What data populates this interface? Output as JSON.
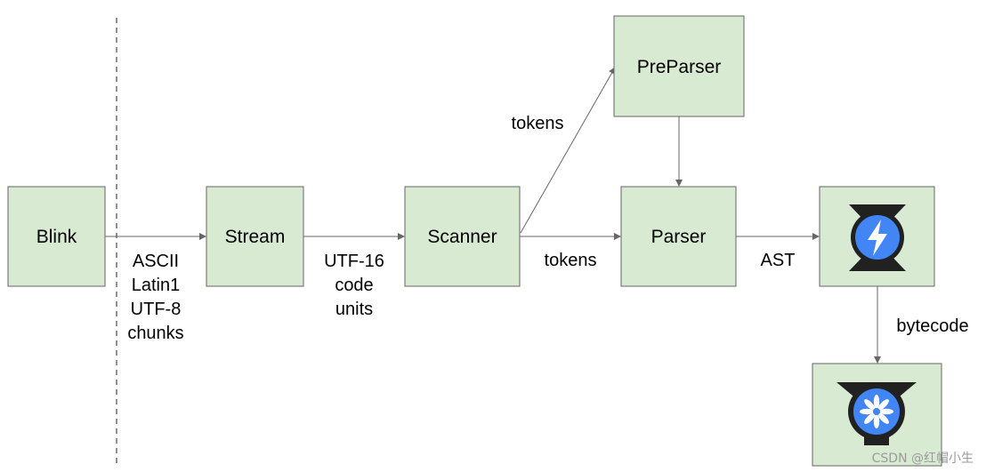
{
  "diagram": {
    "nodes": {
      "blink": "Blink",
      "stream": "Stream",
      "scanner": "Scanner",
      "preparser": "PreParser",
      "parser": "Parser"
    },
    "icons": {
      "ignition": "ignition-interpreter-logo-icon",
      "turbofan": "turbofan-compiler-logo-icon"
    },
    "edge_labels": {
      "blink_stream": [
        "ASCII",
        "Latin1",
        "UTF-8",
        "chunks"
      ],
      "stream_scanner": [
        "UTF-16",
        "code",
        "units"
      ],
      "scanner_preparser": "tokens",
      "scanner_parser": "tokens",
      "parser_ignition": "AST",
      "ignition_turbofan": "bytecode"
    },
    "colors": {
      "node_fill": "#d9ead3",
      "node_border": "#666666",
      "arrow": "#666666",
      "logo_blue": "#4285f4",
      "logo_dark": "#212121"
    }
  },
  "watermark": "CSDN @红帽小生"
}
